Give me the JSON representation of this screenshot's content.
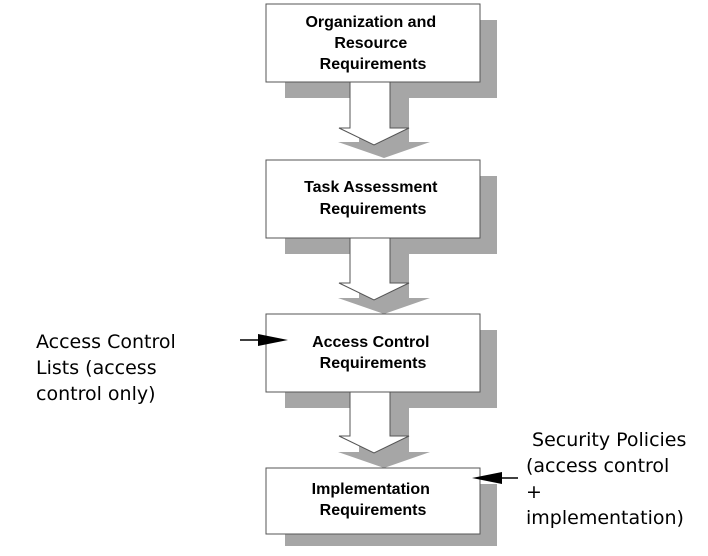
{
  "colors": {
    "box_fill": "#ffffff",
    "box_stroke": "#555555",
    "shadow": "#a6a6a6",
    "text": "#000000",
    "annotation_arrow": "#000000"
  },
  "steps": [
    {
      "lines": [
        "Organization and",
        "Resource",
        "Requirements"
      ]
    },
    {
      "lines": [
        "Task Assessment",
        "Requirements"
      ]
    },
    {
      "lines": [
        "Access Control",
        "Requirements"
      ]
    },
    {
      "lines": [
        "Implementation",
        "Requirements"
      ]
    }
  ],
  "annotations": {
    "left": {
      "lines": [
        "Access Control",
        "Lists (access",
        "control only)"
      ]
    },
    "right": {
      "lines": [
        " Security Policies",
        "(access control",
        "+",
        "implementation)"
      ]
    }
  }
}
